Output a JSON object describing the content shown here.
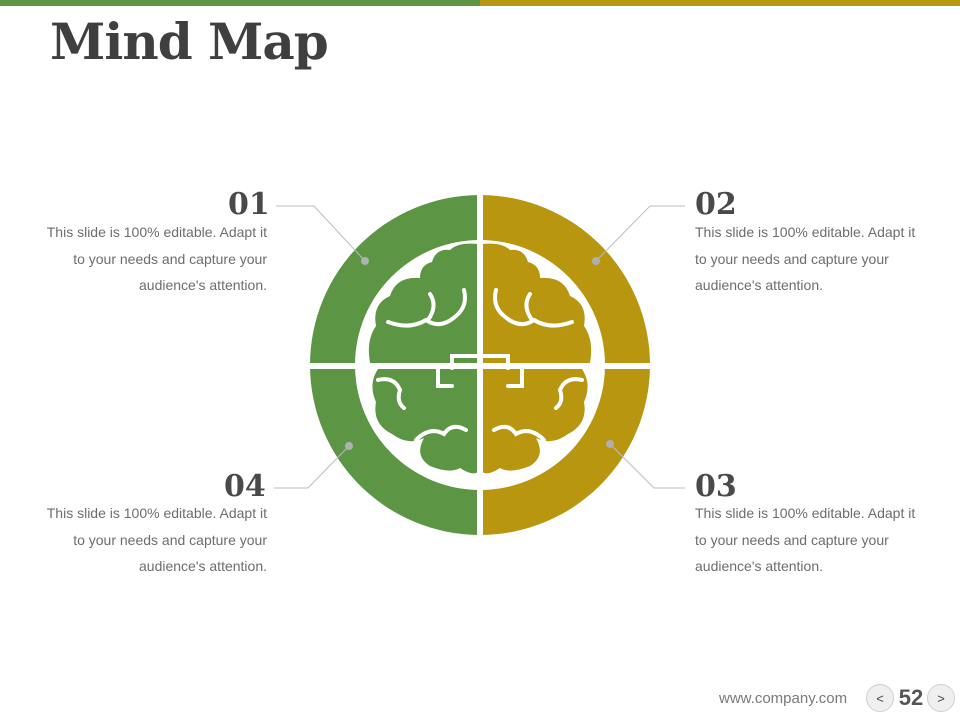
{
  "slide": {
    "title": "Mind Map"
  },
  "colors": {
    "green": "#5c9543",
    "gold": "#b8960f",
    "text": "#6d6d6d",
    "title": "#3f3f3f"
  },
  "items": [
    {
      "number": "01",
      "text": "This slide is 100% editable. Adapt it to your needs and capture your audience's attention."
    },
    {
      "number": "02",
      "text": "This slide is 100% editable. Adapt it to your needs and capture your audience's attention."
    },
    {
      "number": "03",
      "text": "This slide is 100% editable. Adapt it to your needs and capture your audience's attention."
    },
    {
      "number": "04",
      "text": "This slide is 100% editable. Adapt it to your needs and capture your audience's attention."
    }
  ],
  "footer": {
    "url": "www.company.com",
    "page": "52",
    "prev_icon": "<",
    "next_icon": ">"
  }
}
